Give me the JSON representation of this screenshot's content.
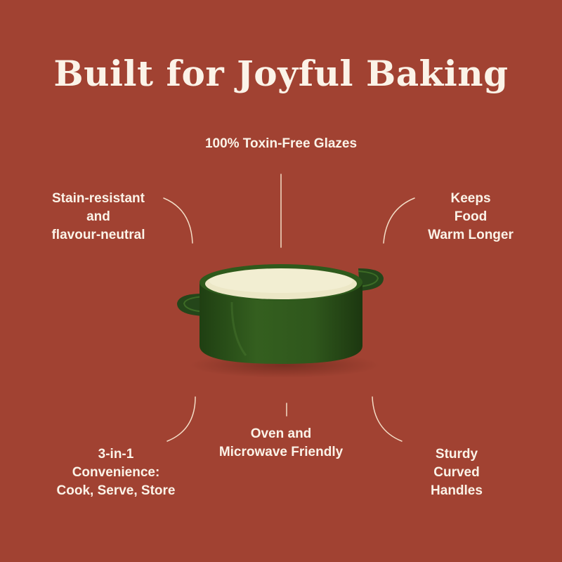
{
  "title": "Built for Joyful Baking",
  "features": {
    "glazes": "100% Toxin-Free Glazes",
    "stain": "Stain-resistant\nand\nflavour-neutral",
    "warm": "Keeps\nFood\nWarm Longer",
    "oven": "Oven and\nMicrowave Friendly",
    "three_in_one": "3-in-1\nConvenience:\nCook, Serve, Store",
    "handles": "Sturdy\nCurved\nHandles"
  },
  "colors": {
    "background": "#a14232",
    "text": "#fbf3e8",
    "dish_body": "#2f5a1c",
    "dish_interior": "#ece7c6"
  }
}
